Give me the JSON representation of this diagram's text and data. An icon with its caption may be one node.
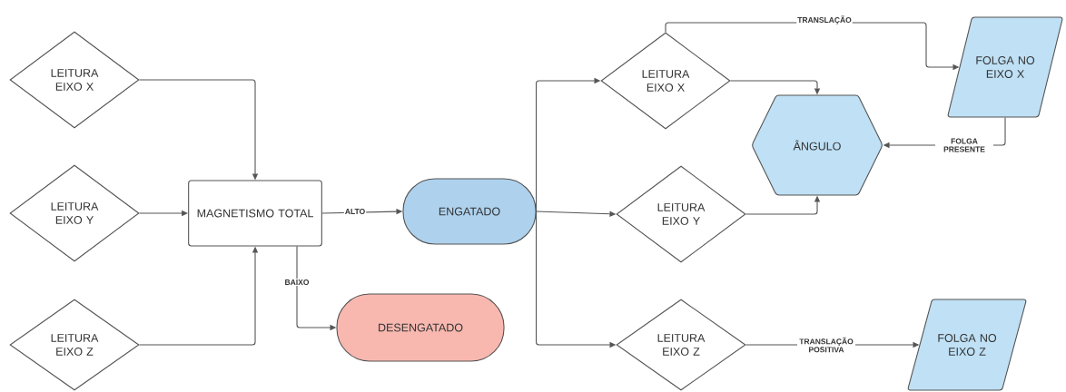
{
  "diagram": {
    "nodes": [
      {
        "text": [
          "LEITURA EIXO X"
        ]
      },
      {
        "text": [
          "LEITURA EIXO Y"
        ]
      },
      {
        "text": [
          "LEITURA EIXO Z"
        ]
      },
      {
        "text": [
          "MAGNETISMO TOTAL"
        ]
      },
      {
        "text": [
          "ENGATADO"
        ]
      },
      {
        "text": [
          "DESENGATADO"
        ]
      },
      {
        "text": [
          "LEITURA EIXO X"
        ]
      },
      {
        "text": [
          "ÂNGULO"
        ]
      },
      {
        "text": [
          "FOLGA NO EIXO X"
        ]
      },
      {
        "text": [
          "LEITURA EIXO Y"
        ]
      },
      {
        "text": [
          "LEITURA EIXO Z"
        ]
      },
      {
        "text": [
          "FOLGA NO EIXO Z"
        ]
      }
    ],
    "edges": [
      {
        "from": 0,
        "to": 3,
        "arrow": "to"
      },
      {
        "from": 1,
        "to": 3,
        "arrow": "to"
      },
      {
        "from": 2,
        "to": 3,
        "arrow": "to"
      },
      {
        "from": 3,
        "to": 4,
        "arrow": "to",
        "label": "ALTO"
      },
      {
        "from": 3,
        "to": 5,
        "arrow": "to",
        "label": "BAIXO"
      },
      {
        "from": 4,
        "to": 6,
        "arrow": "to"
      },
      {
        "from": 4,
        "to": 9,
        "arrow": "to"
      },
      {
        "from": 4,
        "to": 10,
        "arrow": "to"
      },
      {
        "from": 6,
        "to": 8,
        "arrow": "to",
        "label": "TRANSLAÇÃO"
      },
      {
        "from": 6,
        "to": 7,
        "arrow": "to"
      },
      {
        "from": 9,
        "to": 7,
        "arrow": "to"
      },
      {
        "from": 8,
        "to": 7,
        "arrow": "to",
        "label": "FOLGA PRESENTE"
      },
      {
        "from": 10,
        "to": 11,
        "arrow": "to",
        "label": "TRANSLAÇÃO POSITIVA"
      }
    ]
  }
}
